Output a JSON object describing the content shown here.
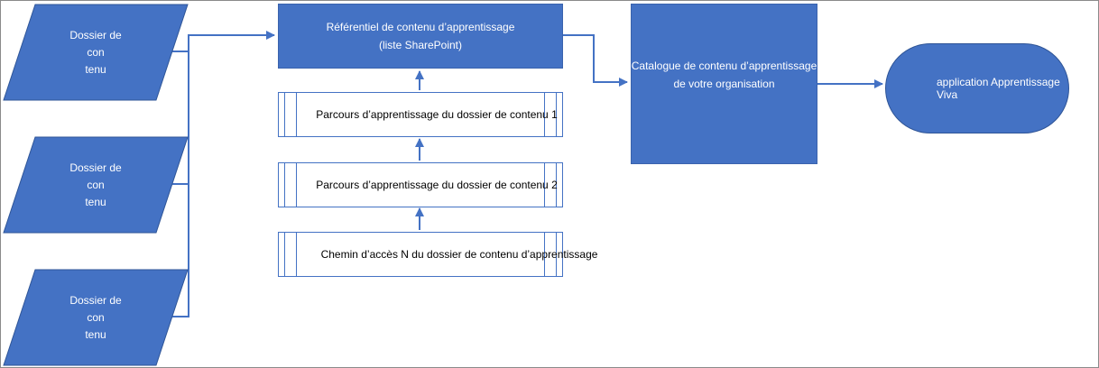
{
  "colors": {
    "shape_fill": "#4472c4",
    "shape_stroke": "#2f5597",
    "connector": "#4472c4",
    "process_text": "#000000"
  },
  "content_folders": [
    {
      "lines": [
        "Dossier de",
        "con",
        "tenu"
      ]
    },
    {
      "lines": [
        "Dossier de",
        "con",
        "tenu"
      ]
    },
    {
      "lines": [
        "Dossier de",
        "con",
        "tenu"
      ]
    }
  ],
  "repository": {
    "line1": "Référentiel de contenu d’apprentissage",
    "line2": "(liste SharePoint)"
  },
  "paths": [
    {
      "label": "Parcours d’apprentissage du dossier de contenu 1"
    },
    {
      "label": "Parcours d’apprentissage du dossier de contenu 2"
    },
    {
      "label": "Chemin d’accès N du dossier de contenu d’apprentissage"
    }
  ],
  "catalog": {
    "line1": "Catalogue de contenu d’apprentissage",
    "line2": "de votre organisation"
  },
  "app": {
    "label": "application Apprentissage Viva"
  }
}
